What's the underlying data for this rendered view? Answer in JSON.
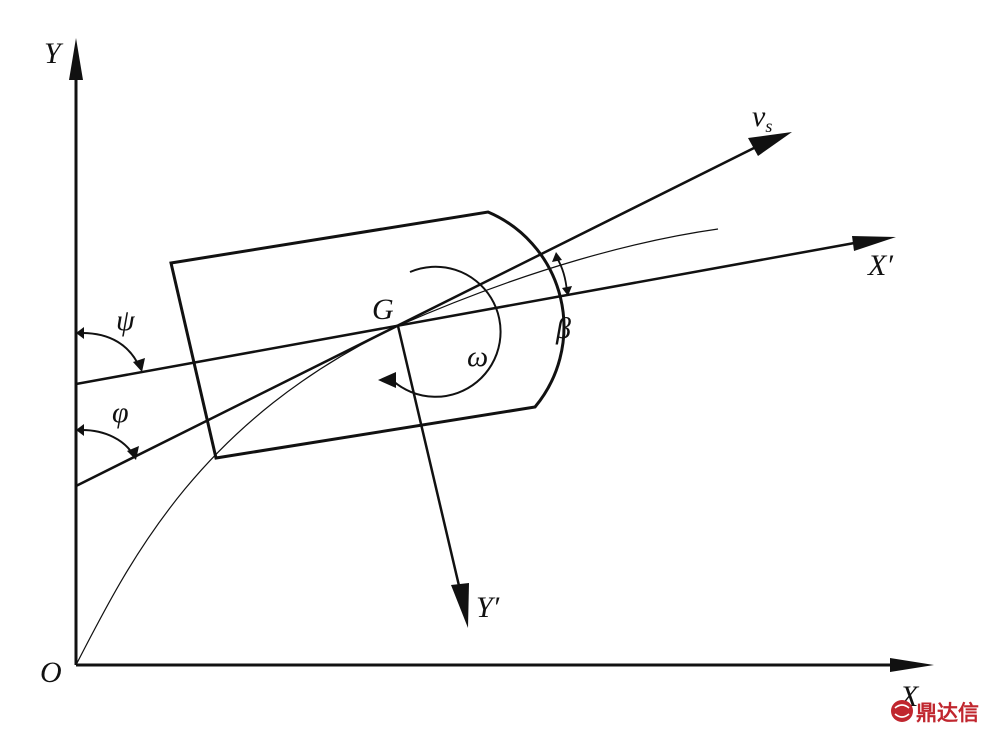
{
  "diagram": {
    "axis_y_label": "Y",
    "axis_x_label": "X",
    "origin_label": "O",
    "body_axis_x_label": "X′",
    "body_axis_y_label": "Y′",
    "center_label": "G",
    "velocity_label": "v",
    "velocity_subscript": "s",
    "angle_psi": "ψ",
    "angle_phi": "φ",
    "angle_beta": "β",
    "angular_velocity": "ω"
  },
  "watermark": {
    "text": "鼎达信",
    "color": "#c0262e"
  }
}
